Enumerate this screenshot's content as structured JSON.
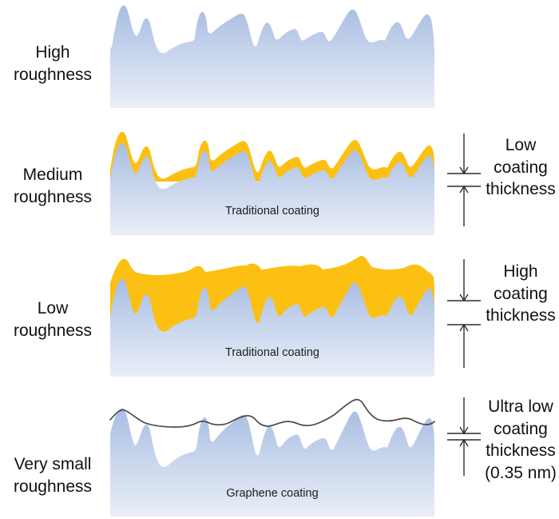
{
  "figure": {
    "type": "diagram",
    "subject": "Surface roughness versus coating thickness comparison",
    "background_color": "#ffffff",
    "colors": {
      "substrate_top": "#a8bde2",
      "substrate_bottom": "#e9eef8",
      "coating_yellow": "#fcc013",
      "graphene_line": "#4a4a4a",
      "text": "#111111",
      "dimension_line": "#2b2b2b"
    }
  },
  "rows": [
    {
      "id": "high-roughness",
      "roughness_label": "High\nroughness",
      "roughness_label_line1": "High",
      "roughness_label_line2": "roughness",
      "panel_caption": "",
      "coating": "none",
      "thickness_label_lines": [],
      "has_dimension": false
    },
    {
      "id": "medium-roughness",
      "roughness_label_line1": "Medium",
      "roughness_label_line2": "roughness",
      "panel_caption": "Traditional coating",
      "coating": "traditional-thin",
      "thickness_label_lines": [
        "Low",
        "coating",
        "thickness"
      ],
      "has_dimension": true
    },
    {
      "id": "low-roughness",
      "roughness_label_line1": "Low",
      "roughness_label_line2": "roughness",
      "panel_caption": "Traditional coating",
      "coating": "traditional-thick",
      "thickness_label_lines": [
        "High",
        "coating",
        "thickness"
      ],
      "has_dimension": true
    },
    {
      "id": "very-small-roughness",
      "roughness_label_line1": "Very small",
      "roughness_label_line2": "roughness",
      "panel_caption": "Graphene coating",
      "coating": "graphene",
      "thickness_label_lines": [
        "Ultra low",
        "coating",
        "thickness",
        "(0.35 nm)"
      ],
      "has_dimension": true
    }
  ]
}
